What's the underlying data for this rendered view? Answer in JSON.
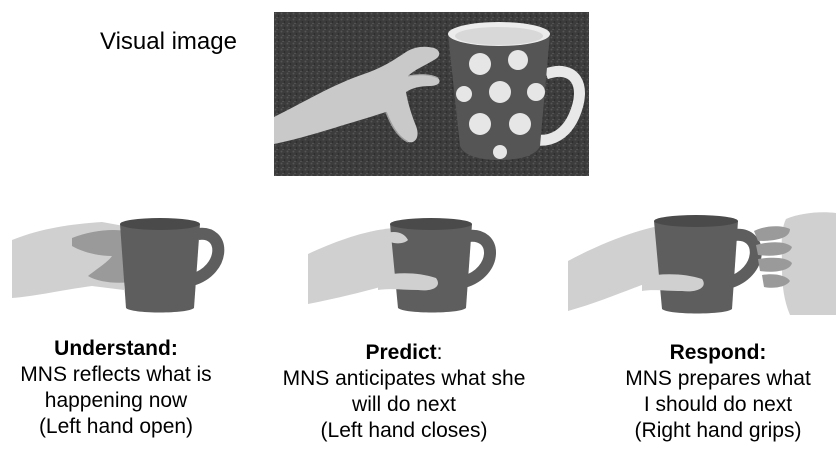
{
  "visual_image_label": "Visual image",
  "panels": [
    {
      "title": "Understand:",
      "lines": [
        "MNS reflects what is",
        "happening now",
        "(Left hand open)"
      ]
    },
    {
      "title": "Predict",
      "title_suffix": ":",
      "lines": [
        "MNS anticipates what she",
        "will do next",
        "(Left hand closes)"
      ]
    },
    {
      "title": "Respond:",
      "lines": [
        "MNS prepares what",
        "I should do next",
        "(Right hand grips)"
      ]
    }
  ],
  "colors": {
    "mug": "#5e5e5e",
    "mug_rim": "#4a4a4a",
    "hand_light": "#d0d0d0",
    "hand_dark": "#9a9a9a",
    "photo_bg": "#3a3a3a"
  }
}
